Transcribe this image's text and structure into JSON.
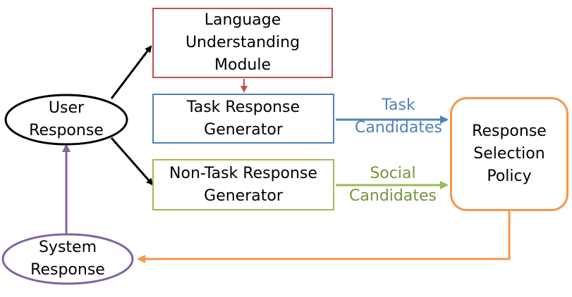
{
  "nodes": {
    "language_understanding": [
      "Language",
      "Understanding",
      "Module"
    ],
    "task_generator": [
      "Task Response",
      "Generator"
    ],
    "nontask_generator": [
      "Non-Task Response",
      "Generator"
    ],
    "user_response": [
      "User",
      "Response"
    ],
    "system_response": [
      "System",
      "Response"
    ],
    "response_selection": [
      "Response",
      "Selection",
      "Policy"
    ]
  },
  "edges": {
    "task_candidates": [
      "Task",
      "Candidates"
    ],
    "social_candidates": [
      "Social",
      "Candidates"
    ]
  },
  "colors": {
    "language_understanding": "#c0504d",
    "task": "#4f81bd",
    "nontask": "#9bbb59",
    "policy": "#f79646",
    "system": "#8064a2",
    "user": "#000000"
  }
}
